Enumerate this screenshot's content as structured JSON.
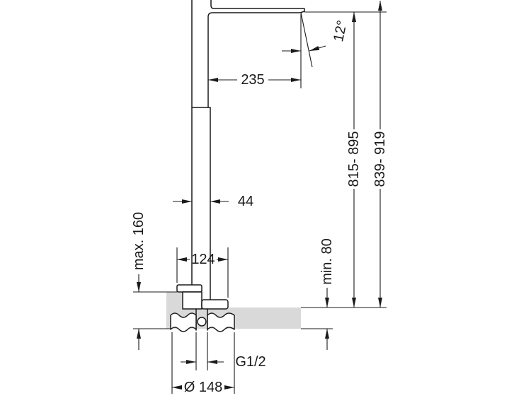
{
  "drawing": {
    "angle": "12°",
    "horizontal_top": "235",
    "column_width": "44",
    "vertical_inner": "815- 895",
    "vertical_outer": "839- 919",
    "left_vertical": "max. 160",
    "right_vertical": "min. 80",
    "base_width": "124",
    "thread": "G1/2",
    "diameter": "Ø 148"
  },
  "colors": {
    "line": "#1a1a1a",
    "countertop": "#d9d9d9",
    "background": "#ffffff"
  }
}
